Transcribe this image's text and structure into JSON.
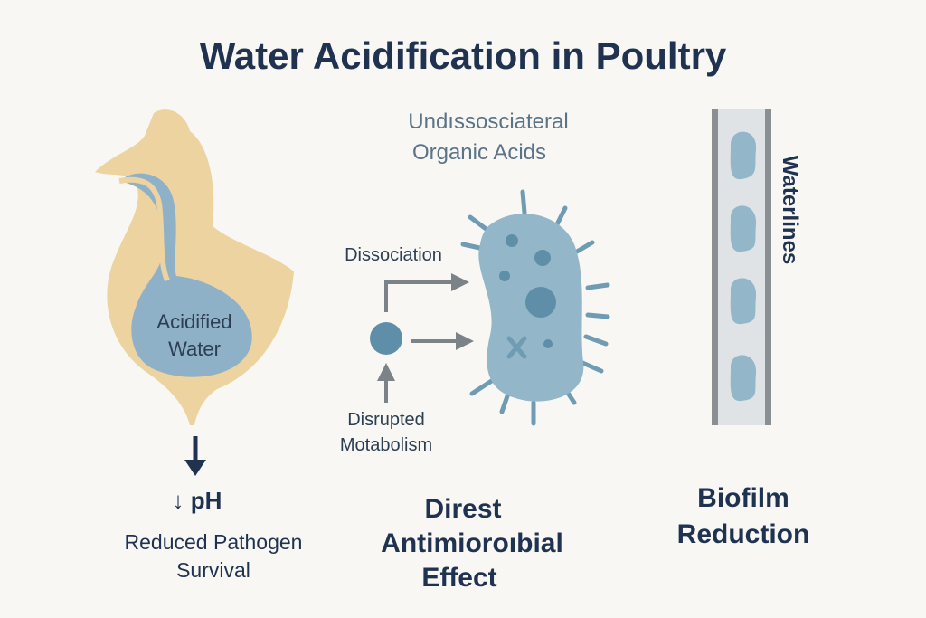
{
  "title": "Water Acidification in Poultry",
  "chicken": {
    "stomach_label_line1": "Acidified",
    "stomach_label_line2": "Water",
    "ph_label": "↓ pH",
    "caption_line1": "Reduced Pathogen",
    "caption_line2": "Survival"
  },
  "acids": {
    "heading_line1": "Undıssosciateral",
    "heading_line2": "Organic Acids",
    "dissociation_label": "Dissociation",
    "disrupted_line1": "Disrupted",
    "disrupted_line2": "Motabolism",
    "caption_line1": "Direst",
    "caption_line2": "Antimioroıbial",
    "caption_line3": "Effect"
  },
  "waterlines": {
    "vertical_label": "Waterlines",
    "caption_line1": "Biofilm",
    "caption_line2": "Reduction"
  },
  "colors": {
    "title": "#1f3350",
    "chicken": "#ecd3a0",
    "water": "#8fb1c8",
    "bacterium": "#93b6c9",
    "organelle": "#5f8fa8",
    "arrow": "#7b8288"
  }
}
